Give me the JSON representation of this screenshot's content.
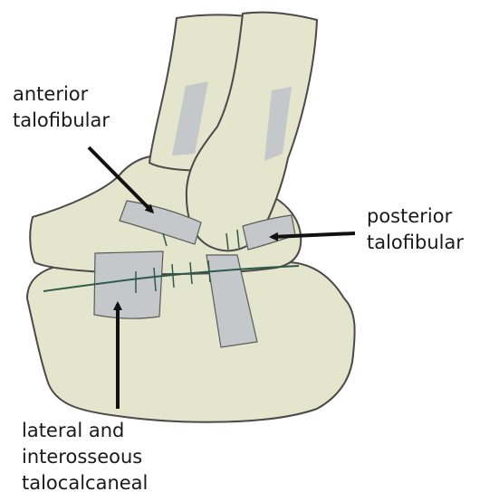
{
  "labels": {
    "anterior_talofibular": {
      "line1": "anterior",
      "line2": "talofibular"
    },
    "posterior_talofibular": {
      "line1": "posterior",
      "line2": "talofibular"
    },
    "lateral_interosseous_talocalcaneal": {
      "line1": "lateral and",
      "line2": "interosseous",
      "line3": "talocalcaneal"
    }
  },
  "colors": {
    "bone": "#e3e5cc",
    "ligament": "#c5c8cb",
    "outline": "#4a4a4a",
    "suture": "#2f5a4a",
    "arrow": "#111111"
  }
}
